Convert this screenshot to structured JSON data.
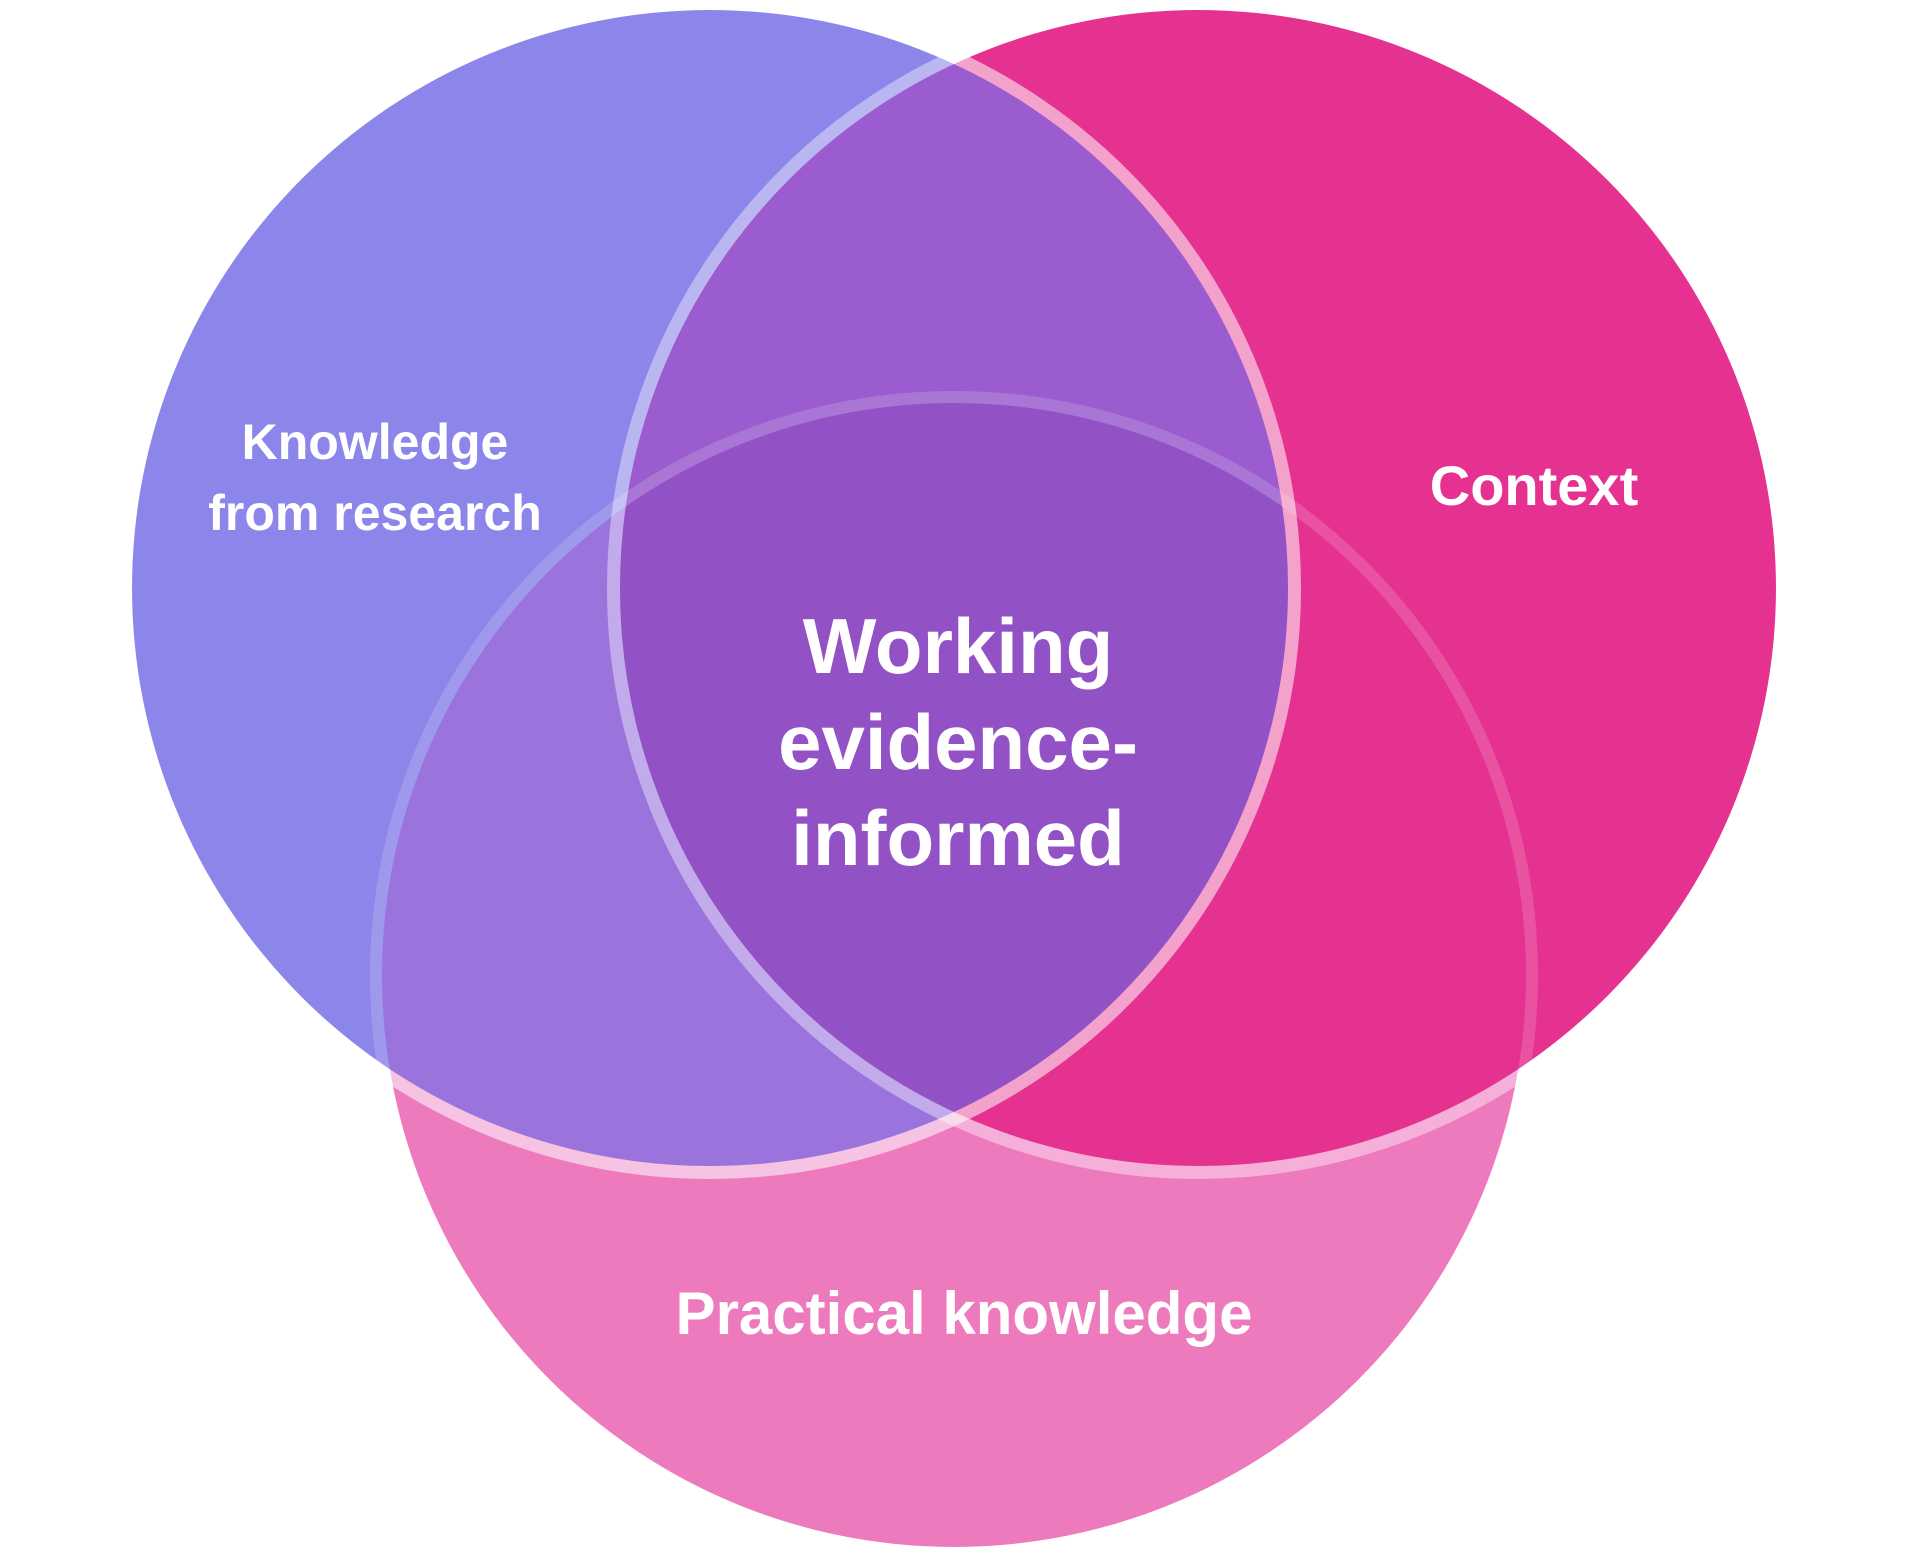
{
  "venn": {
    "background_color": "#ffffff",
    "text_color": "#ffffff",
    "sets": [
      {
        "id": "knowledge-from-research",
        "name": "Knowledge from research",
        "lines": [
          "Knowledge",
          "from research"
        ],
        "fill": "#8C86EA"
      },
      {
        "id": "context",
        "name": "Context",
        "lines": [
          "Context"
        ],
        "fill": "#E5318F"
      },
      {
        "id": "practical-knowledge",
        "name": "Practical knowledge",
        "lines": [
          "Practical knowledge"
        ],
        "fill": "#EE7ABE"
      }
    ],
    "overlaps": {
      "research_context": "#9A5CCE",
      "research_practical": "#9A74DC",
      "context_practical": "#E5318F",
      "center": "#9351C6"
    },
    "center_label": {
      "name": "Working evidence-informed",
      "lines": [
        "Working",
        "evidence-",
        "informed"
      ]
    },
    "outline_colors": {
      "research": "rgba(255,255,255,0.55)",
      "context": "rgba(255,255,255,0.40)",
      "practical": "rgba(255,255,255,0.16)"
    }
  }
}
